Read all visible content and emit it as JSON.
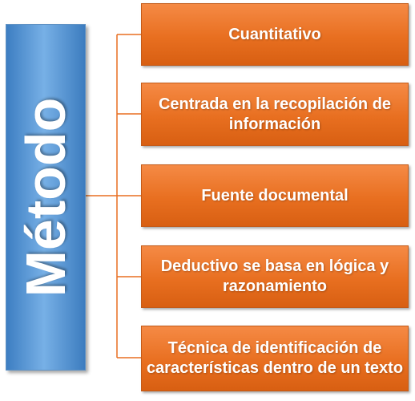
{
  "diagram": {
    "root": {
      "label": "Método"
    },
    "children": [
      {
        "label": "Cuantitativo"
      },
      {
        "label": "Centrada en la recopilación de información"
      },
      {
        "label": "Fuente documental"
      },
      {
        "label": "Deductivo se basa en lógica y razonamiento"
      },
      {
        "label": "Técnica de identificación de características dentro de un texto"
      }
    ],
    "colors": {
      "root_fill": "#4f8fd3",
      "child_fill": "#e86f20",
      "connector": "#e86f20",
      "text": "#ffffff"
    }
  }
}
